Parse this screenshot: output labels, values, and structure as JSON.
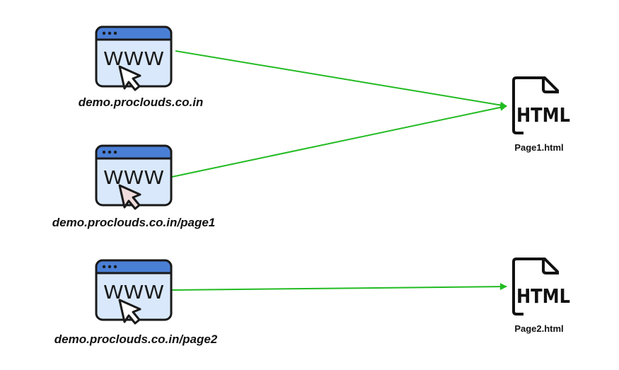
{
  "sources": [
    {
      "id": "src-1",
      "label": "demo.proclouds.co.in",
      "icon_text": "WWW",
      "icon": "browser-www-icon"
    },
    {
      "id": "src-2",
      "label": "demo.proclouds.co.in/page1",
      "icon_text": "WWW",
      "icon": "browser-www-icon"
    },
    {
      "id": "src-3",
      "label": "demo.proclouds.co.in/page2",
      "icon_text": "WWW",
      "icon": "browser-www-icon"
    }
  ],
  "targets": [
    {
      "id": "tgt-1",
      "label": "Page1.html",
      "icon_text": "HTML",
      "icon": "html-file-icon"
    },
    {
      "id": "tgt-2",
      "label": "Page2.html",
      "icon_text": "HTML",
      "icon": "html-file-icon"
    }
  ],
  "connections": [
    {
      "from": "src-1",
      "to": "tgt-1"
    },
    {
      "from": "src-2",
      "to": "tgt-1"
    },
    {
      "from": "src-3",
      "to": "tgt-2"
    }
  ],
  "colors": {
    "arrow": "#22bb22",
    "browser_bar": "#4a7fd6",
    "browser_body": "#d9e8fb",
    "outline": "#1a1a1a",
    "cursor": "#ffffff",
    "cursor_shaded": "#f0dcdc"
  }
}
